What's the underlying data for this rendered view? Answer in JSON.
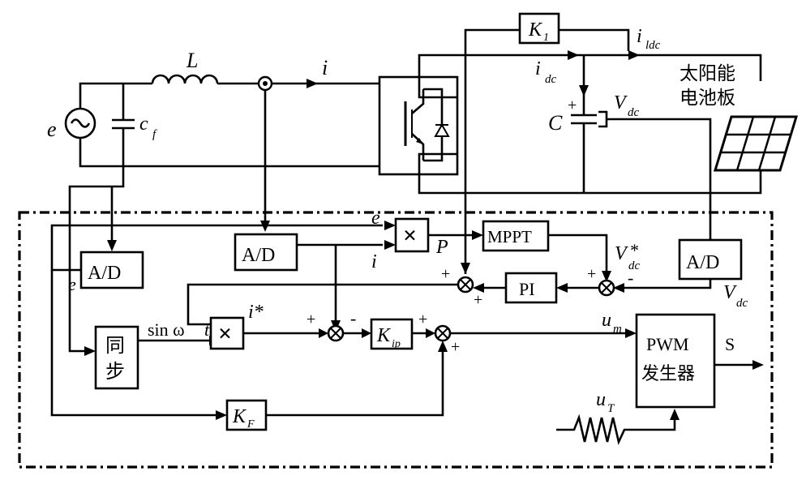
{
  "labels": {
    "source": "e",
    "inductor": "L",
    "cap_filter": "c",
    "cap_filter_sub": "f",
    "current": "i",
    "k1": "K",
    "k1_sub": "1",
    "i_ldc": "i",
    "i_ldc_sub": "ldc",
    "i_dc": "i",
    "i_dc_sub": "dc",
    "cap": "C",
    "cap_plus": "+",
    "v_dc": "V",
    "v_dc_sub": "dc",
    "solar_line1": "太阳能",
    "solar_line2": "电池板",
    "ad": "A/D",
    "mppt": "MPPT",
    "pi": "PI",
    "sync_1": "同",
    "sync_2": "步",
    "mult": "×",
    "pwm_1": "PWM",
    "pwm_2": "发生器",
    "s_out": "S",
    "u_m": "u",
    "u_m_sub": "m",
    "u_t": "u",
    "u_t_sub": "T",
    "kip": "K",
    "kip_sub": "ip",
    "kf": "K",
    "kf_sub": "F",
    "p": "P",
    "sin": "sin ω",
    "sin_t": "t",
    "i_star": "i*",
    "v_dc_star": "V",
    "v_dc_star_sub": "dc",
    "v_dc_star_sup": "*",
    "e_in_mult": "e",
    "i_in_mult": "i",
    "e_left": "e",
    "v_dc_right": "V",
    "v_dc_right_sub": "dc",
    "plus": "+",
    "minus": "-"
  }
}
